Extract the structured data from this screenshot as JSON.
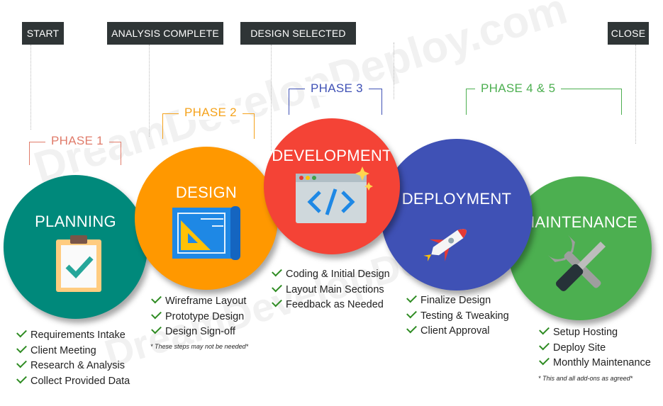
{
  "milestones": {
    "start": "START",
    "analysis": "ANALYSIS COMPLETE",
    "design": "DESIGN SELECTED",
    "close": "CLOSE"
  },
  "phases": [
    {
      "label": "PHASE 1",
      "color": "#e07b6a"
    },
    {
      "label": "PHASE 2",
      "color": "#f5a21b"
    },
    {
      "label": "PHASE 3",
      "color": "#3f51b5"
    },
    {
      "label": "PHASE 4 & 5",
      "color": "#4caf50"
    }
  ],
  "circles": [
    {
      "title": "PLANNING",
      "color": "#009688",
      "icon": "clipboard-check-icon"
    },
    {
      "title": "DESIGN",
      "color": "#ff9800",
      "icon": "blueprint-icon"
    },
    {
      "title": "DEVELOPMENT",
      "color": "#f44336",
      "icon": "code-window-icon"
    },
    {
      "title": "DEPLOYMENT",
      "color": "#3f51b5",
      "icon": "rocket-icon"
    },
    {
      "title": "MAINTENANCE",
      "color": "#4caf50",
      "icon": "wrench-screwdriver-icon"
    }
  ],
  "steps": {
    "planning": [
      "Requirements Intake",
      "Client Meeting",
      "Research & Analysis",
      "Collect Provided Data"
    ],
    "design": [
      "Wireframe Layout",
      "Prototype Design",
      "Design Sign-off"
    ],
    "development": [
      "Coding & Initial Design",
      "Layout Main Sections",
      "Feedback as Needed"
    ],
    "deployment": [
      "Finalize Design",
      "Testing & Tweaking",
      "Client Approval"
    ],
    "maintenance": [
      "Setup Hosting",
      "Deploy Site",
      "Monthly Maintenance"
    ]
  },
  "notes": {
    "design": "* These steps may not be needed*",
    "maintenance": "* This and all add-ons as agreed*"
  },
  "watermark": [
    "DreamDevelopDeploy.com",
    "DreamDevelopDeploy.com"
  ]
}
